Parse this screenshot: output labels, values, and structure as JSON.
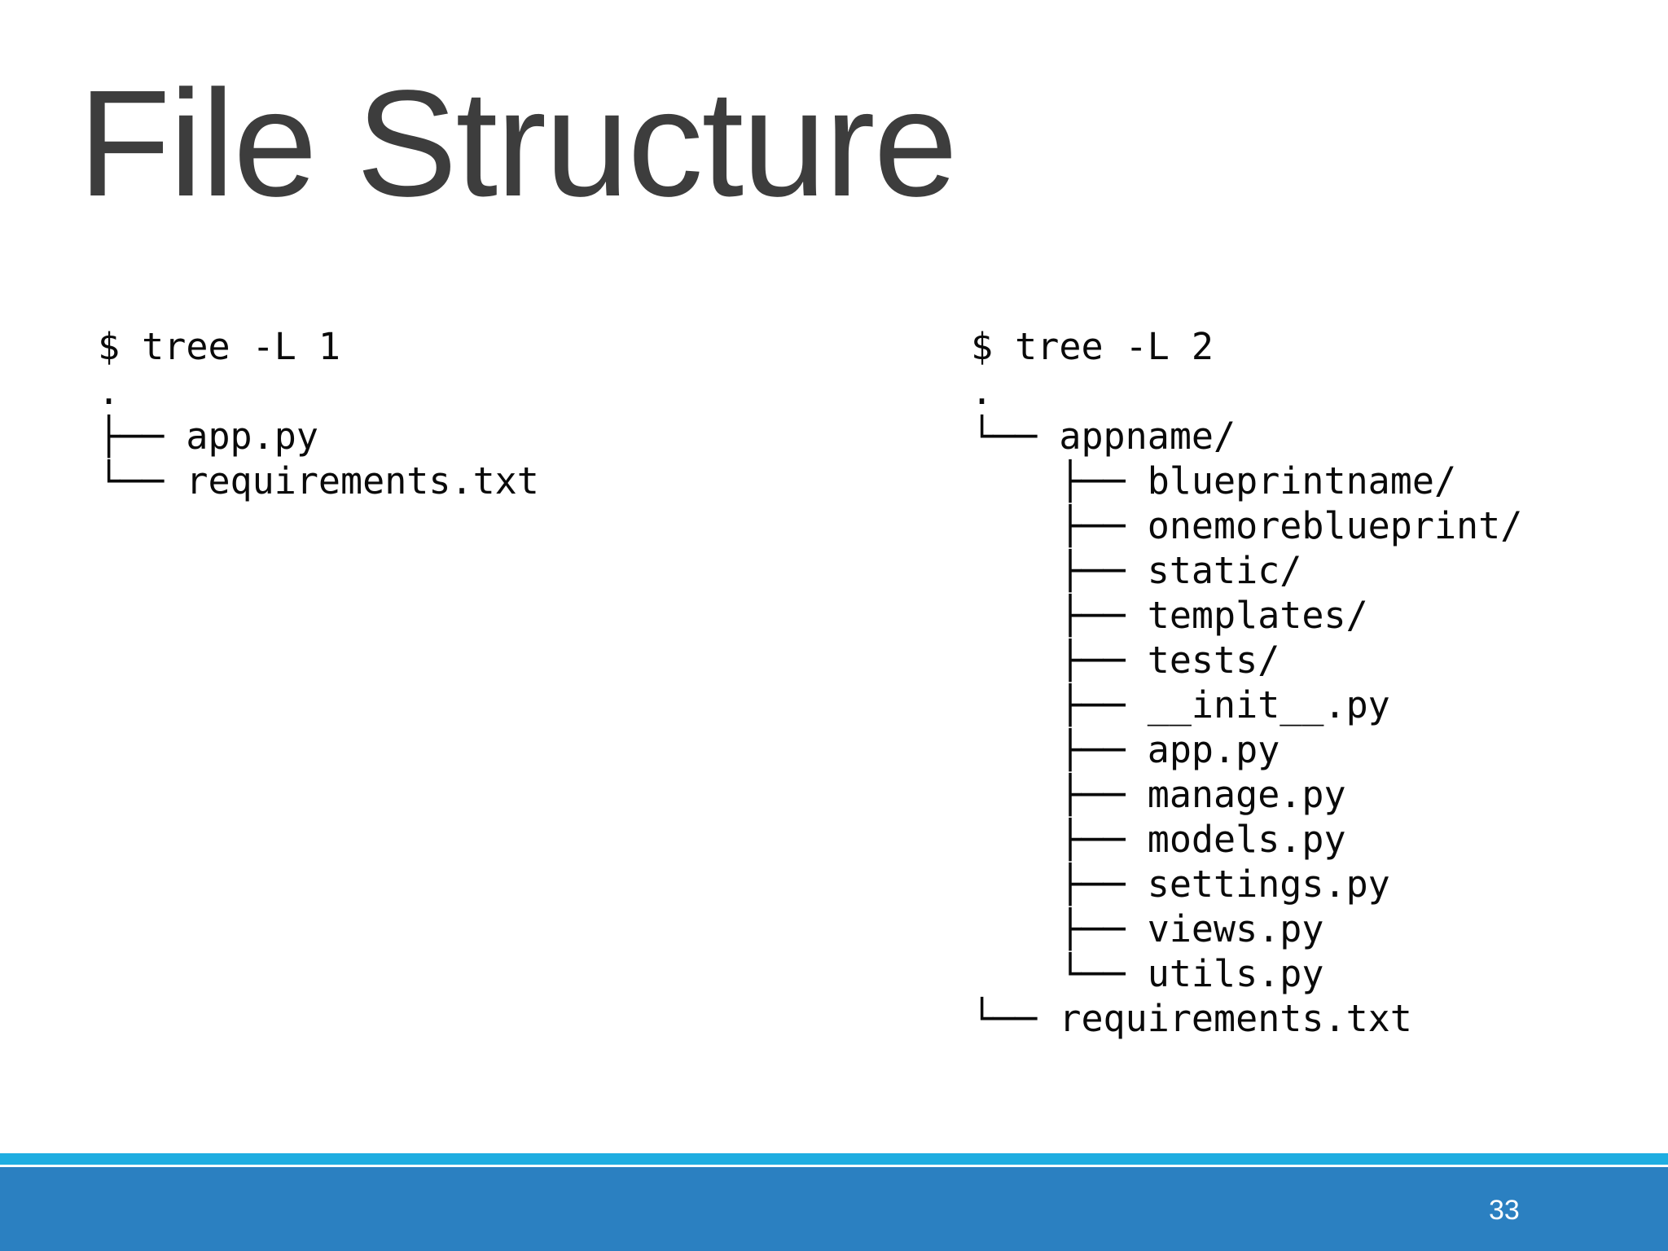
{
  "title": "File Structure",
  "page_number": "33",
  "terminal_left": {
    "command": "$ tree -L 1",
    "lines": [
      "$ tree -L 1",
      ".",
      "├── app.py",
      "└── requirements.txt"
    ]
  },
  "terminal_right": {
    "command": "$ tree -L 2",
    "lines": [
      "$ tree -L 2",
      ".",
      "└── appname/",
      "    ├── blueprintname/",
      "    ├── onemoreblueprint/",
      "    ├── static/",
      "    ├── templates/",
      "    ├── tests/",
      "    ├── __init__.py",
      "    ├── app.py",
      "    ├── manage.py",
      "    ├── models.py",
      "    ├── settings.py",
      "    ├── views.py",
      "    └── utils.py",
      "└── requirements.txt"
    ]
  },
  "colors": {
    "background": "#ffffff",
    "title_text": "#3d3d3d",
    "tree_text": "#0a0a0a",
    "footer_accent_strip": "#1fade1",
    "footer_bar": "#2b80c1",
    "page_number_text": "#ffffff"
  }
}
